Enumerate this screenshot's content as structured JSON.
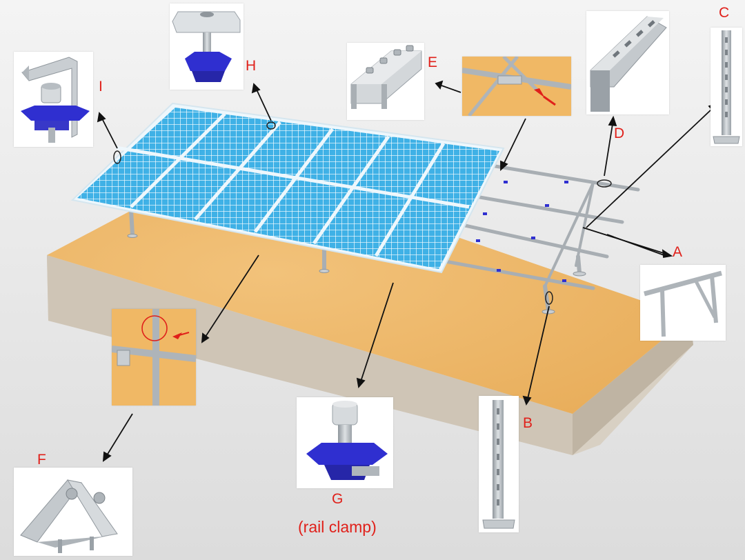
{
  "colors": {
    "label": "#e0201a",
    "panel": "#3fb1e6",
    "panel_grid": "#ffffff",
    "steel": "#b9bfc4",
    "clamp": "#2f2fd0",
    "sand": "#f0b865",
    "base_side": "#d8d0c3",
    "background": "#e8e8e8"
  },
  "labels": {
    "A": "A",
    "B": "B",
    "C": "C",
    "D": "D",
    "E": "E",
    "F": "F",
    "G": "G",
    "G_caption": "(rail clamp)",
    "H": "H",
    "I": "I"
  }
}
